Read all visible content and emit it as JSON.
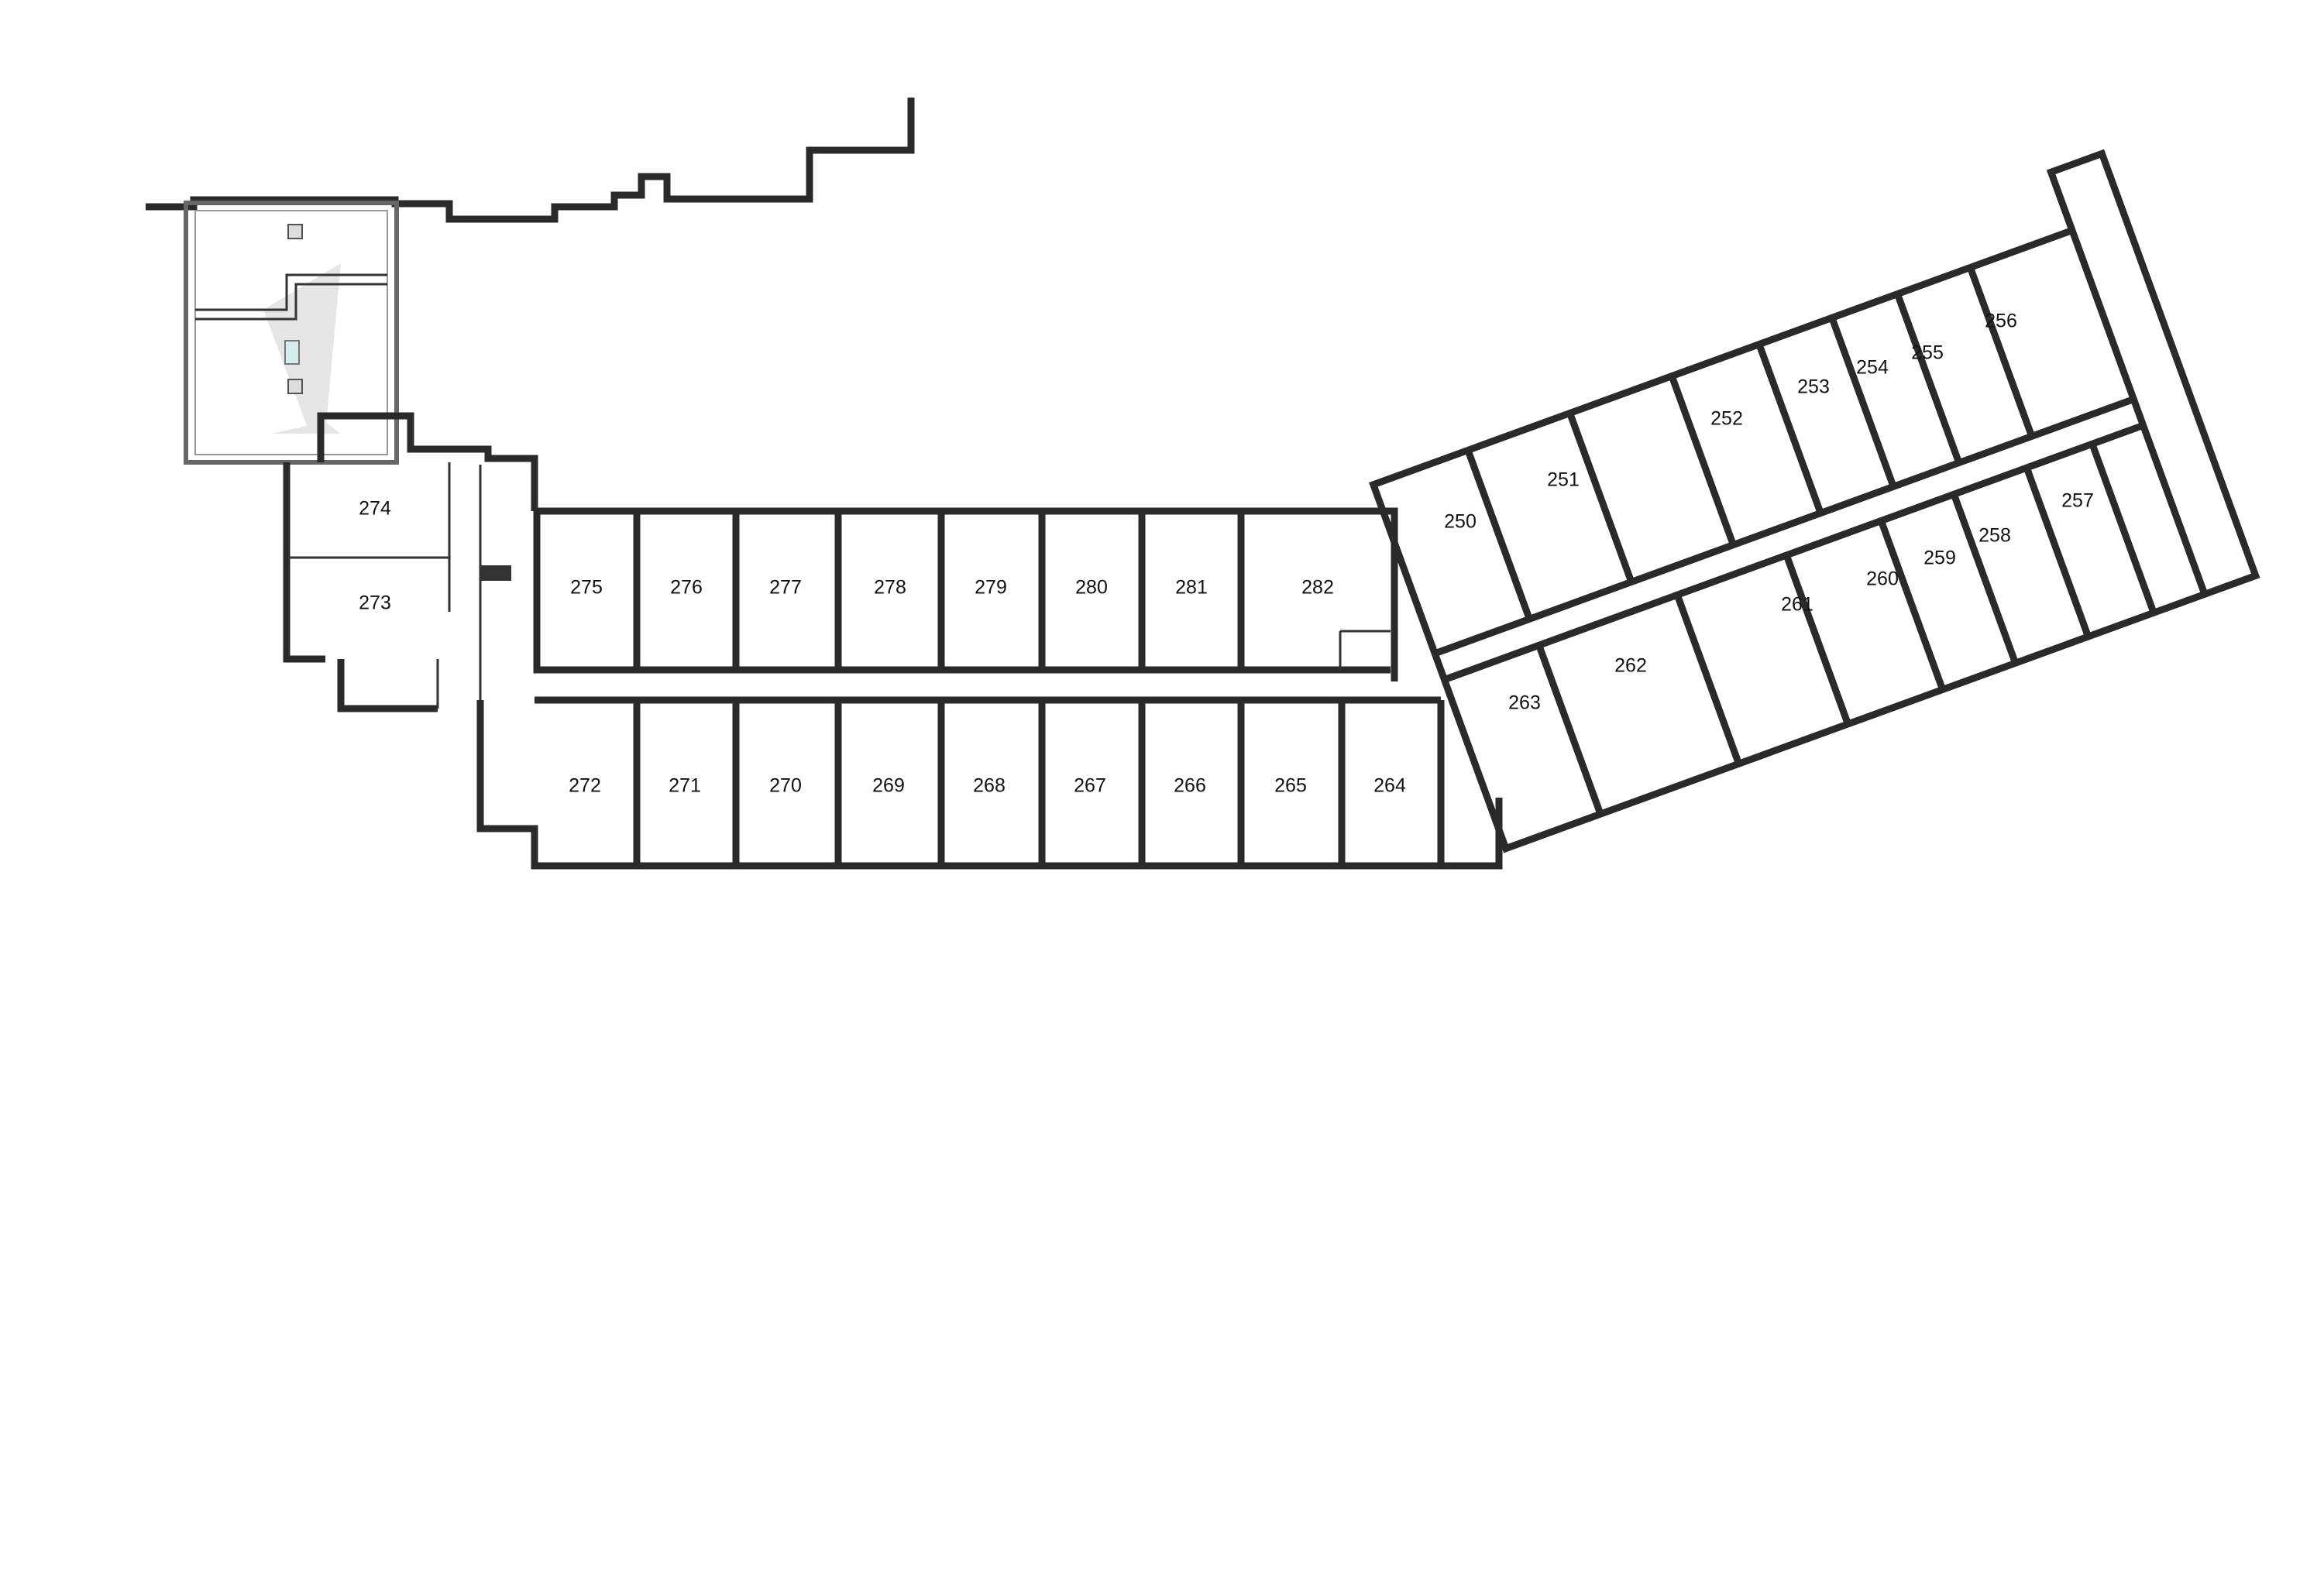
{
  "plan": {
    "floor_rooms": [
      {
        "number": "274"
      },
      {
        "number": "273"
      },
      {
        "number": "275"
      },
      {
        "number": "276"
      },
      {
        "number": "277"
      },
      {
        "number": "278"
      },
      {
        "number": "279"
      },
      {
        "number": "280"
      },
      {
        "number": "281"
      },
      {
        "number": "282"
      },
      {
        "number": "272"
      },
      {
        "number": "271"
      },
      {
        "number": "270"
      },
      {
        "number": "269"
      },
      {
        "number": "268"
      },
      {
        "number": "267"
      },
      {
        "number": "266"
      },
      {
        "number": "265"
      },
      {
        "number": "264"
      },
      {
        "number": "250"
      },
      {
        "number": "251"
      },
      {
        "number": "252"
      },
      {
        "number": "253"
      },
      {
        "number": "254"
      },
      {
        "number": "255"
      },
      {
        "number": "256"
      },
      {
        "number": "257"
      },
      {
        "number": "258"
      },
      {
        "number": "259"
      },
      {
        "number": "260"
      },
      {
        "number": "261"
      },
      {
        "number": "262"
      },
      {
        "number": "263"
      }
    ],
    "colors": {
      "wall": "#2a2a2a",
      "atrium_fill": "#e6e6e6",
      "fixture": "#d6ecec"
    }
  }
}
